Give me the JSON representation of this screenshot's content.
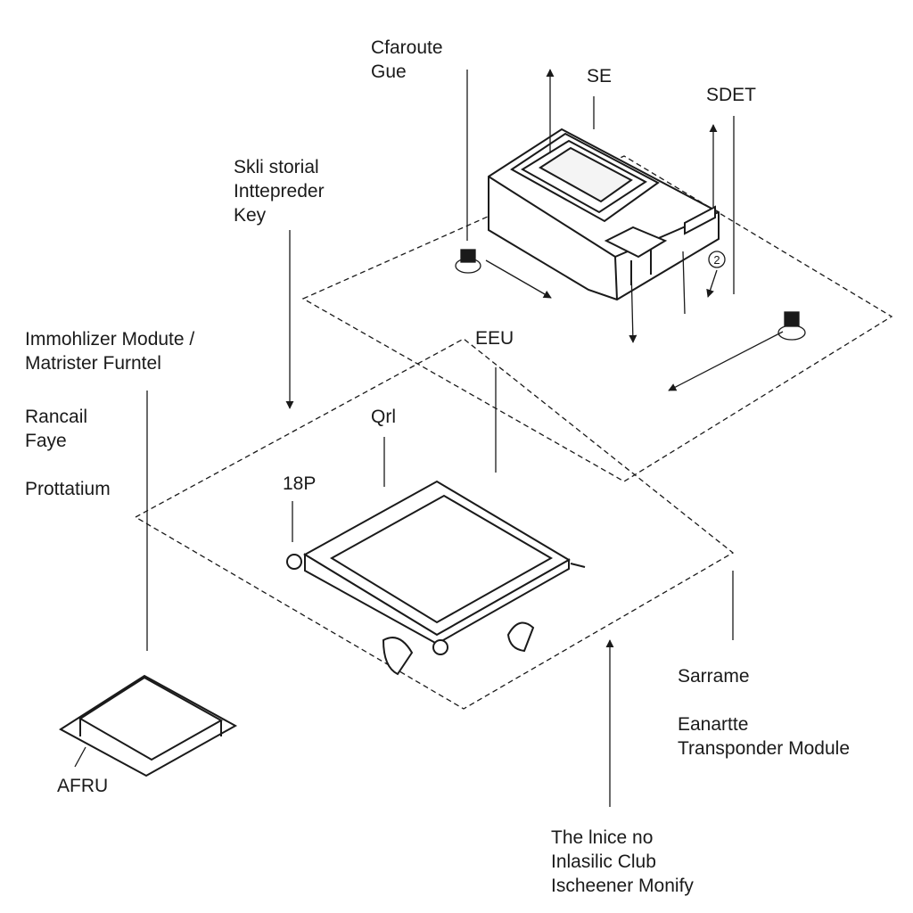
{
  "labels": {
    "cfaroute": [
      "Cfaroute",
      "Gue"
    ],
    "se": "SE",
    "sdet": "SDET",
    "skli": [
      "Skli storial",
      "Inttepreder",
      "Key"
    ],
    "immobilizer": [
      "Immohlizer Modute /",
      "Matrister Furntel"
    ],
    "eeu": "EEU",
    "rancail": [
      "Rancail",
      "Faye"
    ],
    "qrl": "Qrl",
    "protattium": "Prottatium",
    "p18": "18P",
    "sarrame": "Sarrame",
    "eanartte": [
      "Eanartte",
      "Transponder Module"
    ],
    "afru": "AFRU",
    "bottom": [
      "The lnice no",
      "Inlasilic Club",
      "Ischeener Monify"
    ],
    "component_mark": "2"
  },
  "colors": {
    "ink": "#1a1a1a",
    "background": "#ffffff"
  }
}
